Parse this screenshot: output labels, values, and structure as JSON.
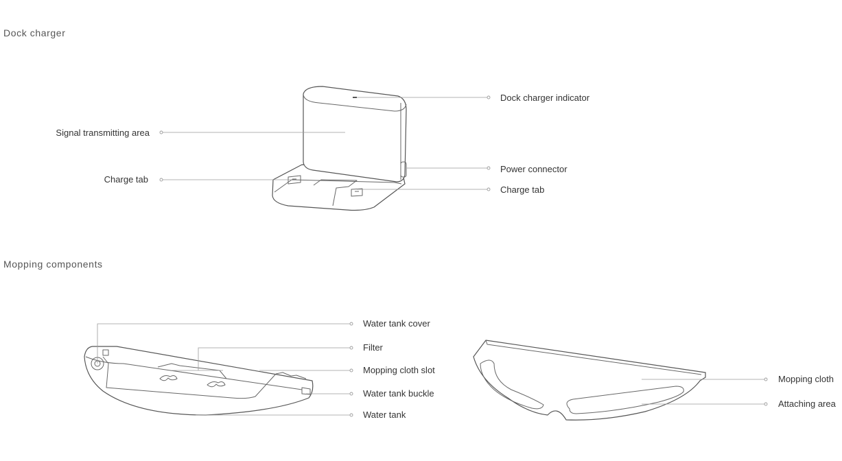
{
  "sections": {
    "dock": {
      "title": "Dock charger"
    },
    "mopping": {
      "title": "Mopping components"
    }
  },
  "dock_labels": {
    "indicator": "Dock charger indicator",
    "signal": "Signal transmitting area",
    "charge_tab_left": "Charge tab",
    "power_connector": "Power connector",
    "charge_tab_right": "Charge tab"
  },
  "mop_labels": {
    "water_tank_cover": "Water tank cover",
    "filter": "Filter",
    "mopping_cloth_slot": "Mopping cloth slot",
    "water_tank_buckle": "Water tank buckle",
    "water_tank": "Water tank",
    "mopping_cloth": "Mopping cloth",
    "attaching_area": "Attaching area"
  }
}
